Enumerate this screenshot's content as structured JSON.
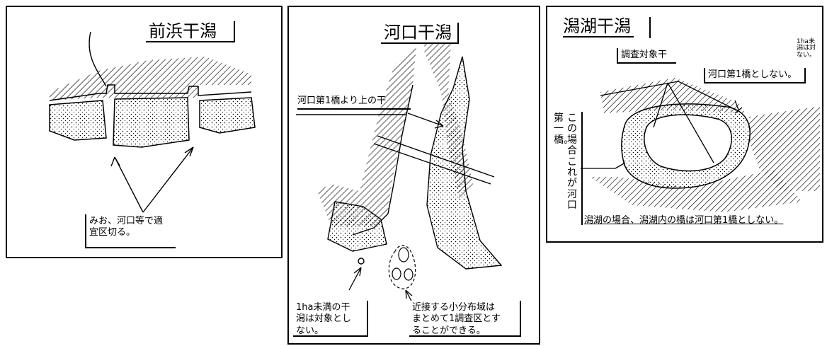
{
  "panel1": {
    "title": "前浜干潟",
    "note_line1": "みお、河口等で適",
    "note_line2": "宜区切る。"
  },
  "panel2": {
    "title": "河口干潟",
    "bridge_note": "河口第1橋より上の干",
    "small_note_line1": "1ha未満の干",
    "small_note_line2": "潟は対象とし",
    "small_note_line3": "ない。",
    "group_note_line1": "近接する小分布域は",
    "group_note_line2": "まとめて1調査区とす",
    "group_note_line3": "ることができる。"
  },
  "panel3": {
    "title": "潟湖干潟",
    "target_label": "調査対象干",
    "bridge_note": "河口第1橋としない。",
    "side_note_line1": "1ha未",
    "side_note_line2": "潟は対",
    "side_note_line3": "ない。",
    "vertical_col1": "第一橋。",
    "vertical_col2": "この場合これが河口",
    "bottom_note": "潟湖の場合、潟湖内の橋は河口第1橋としない。"
  }
}
